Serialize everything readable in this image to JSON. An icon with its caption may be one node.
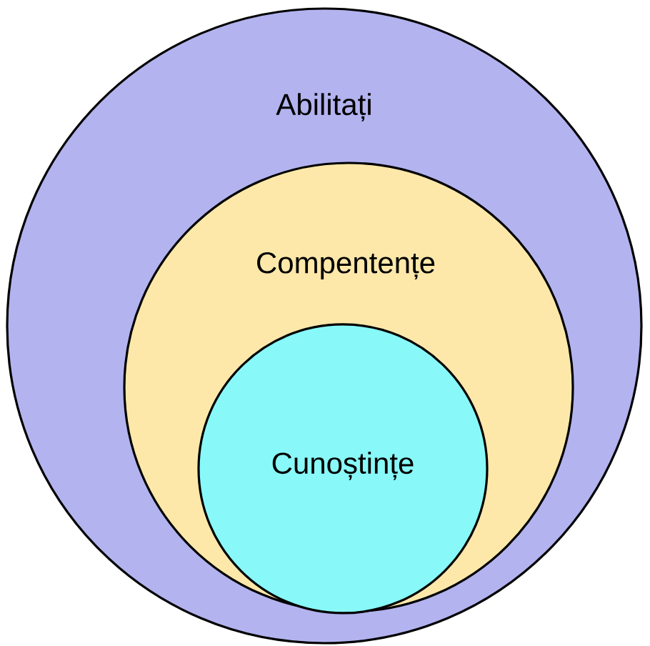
{
  "diagram": {
    "nodes": [
      {
        "text": [
          "Abilitați"
        ]
      },
      {
        "text": [
          "Compentențe"
        ],
        "in": 0
      },
      {
        "text": [
          "Cunoștințe"
        ],
        "in": 1
      }
    ]
  }
}
